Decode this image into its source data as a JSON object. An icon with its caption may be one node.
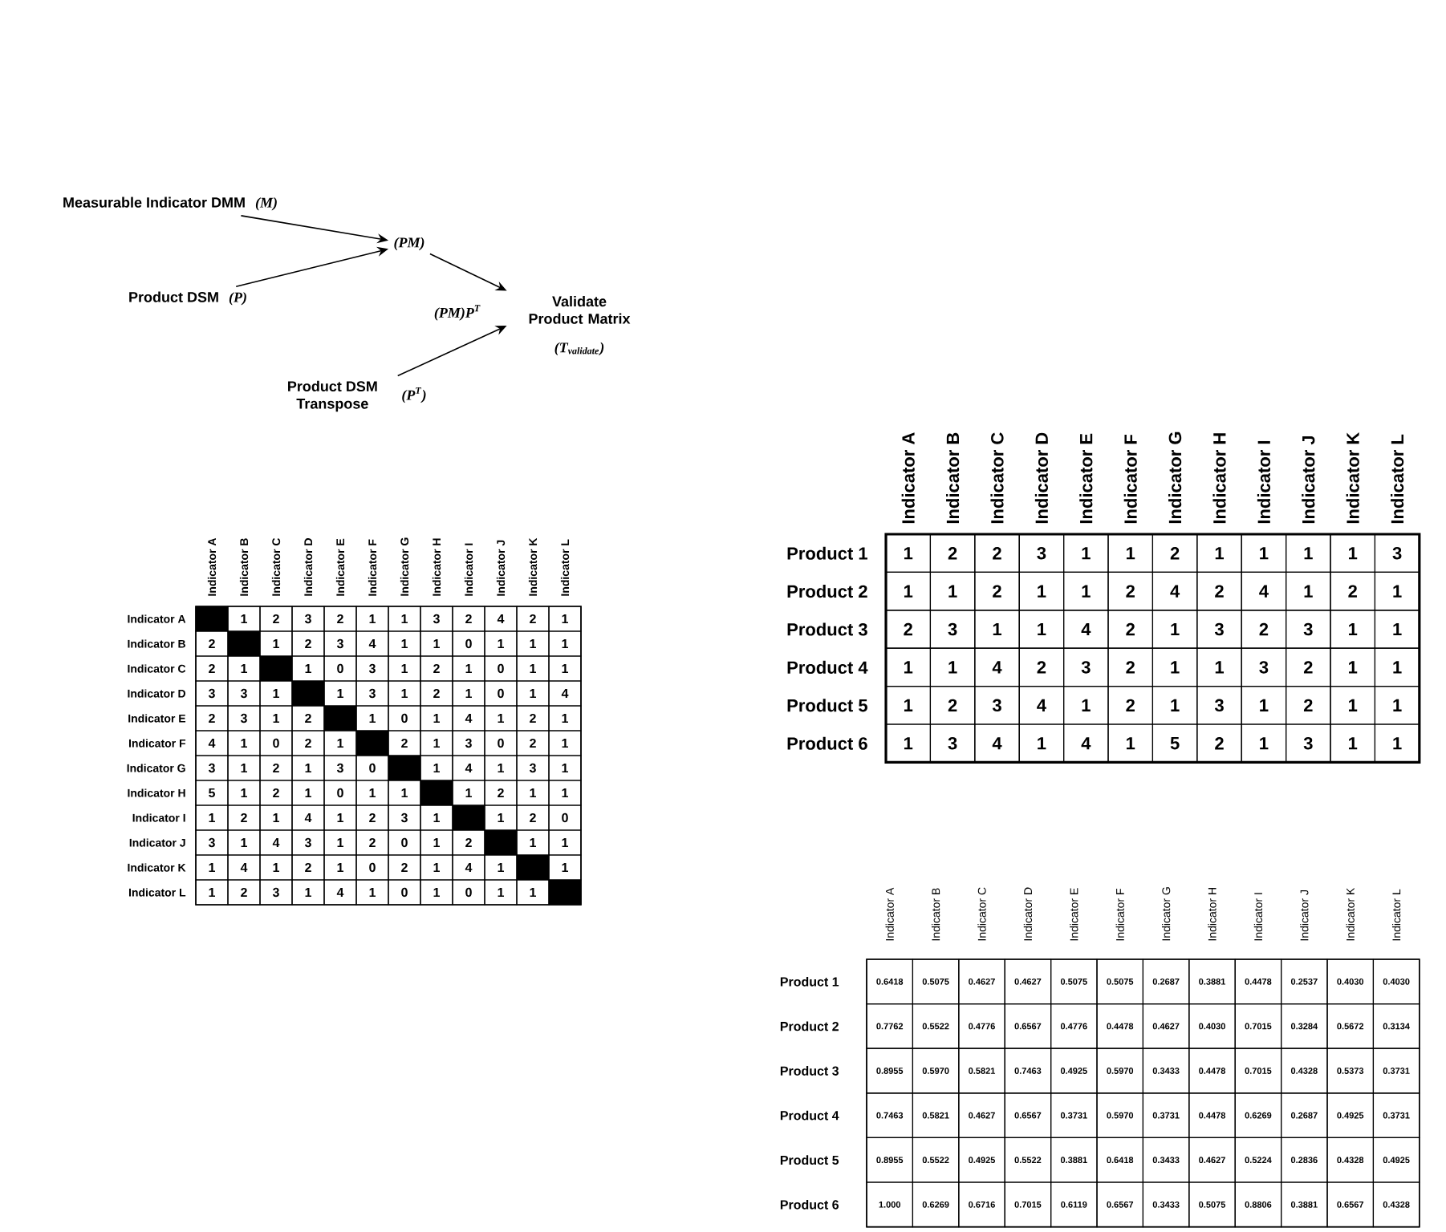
{
  "diagram": {
    "nodes": [
      {
        "text": [
          "Measurable Indicator DMM",
          "(M)"
        ]
      },
      {
        "text": [
          "(PM)"
        ]
      },
      {
        "text": [
          "Product DSM",
          "(P)"
        ]
      },
      {
        "text": [
          "Validate Product Matrix",
          "(T$_{validate}$)"
        ]
      },
      {
        "text": [
          "Product DSM Transpose",
          "(P$^{T}$)"
        ]
      }
    ],
    "edges": [
      {
        "from": 0,
        "to": 1,
        "arrow": "to"
      },
      {
        "from": 2,
        "to": 1,
        "arrow": "to"
      },
      {
        "from": 1,
        "to": 3,
        "arrow": "to"
      },
      {
        "from": 4,
        "to": 3,
        "arrow": "to"
      }
    ],
    "labels": [
      "(PM)P$^{T}$",
      "Indicator A",
      "Indicator B",
      "Indicator C",
      "Indicator D",
      "Indicator E",
      "Indicator F",
      "Indicator G",
      "Indicator H",
      "Indicator I",
      "Indicator J",
      "Indicator K",
      "Indicator L",
      "Indicator A",
      "1",
      "2",
      "3",
      "2",
      "1",
      "1",
      "3",
      "2",
      "4",
      "2",
      "1",
      "Indicator B",
      "2",
      "1",
      "2",
      "3",
      "4",
      "1",
      "1",
      "0",
      "1",
      "1",
      "1",
      "Indicator C",
      "2",
      "1",
      "1",
      "0",
      "3",
      "1",
      "2",
      "1",
      "0",
      "1",
      "1",
      "Indicator D",
      "3",
      "3",
      "1",
      "1",
      "3",
      "1",
      "2",
      "1",
      "0",
      "1",
      "4",
      "Indicator E",
      "2",
      "3",
      "1",
      "2",
      "1",
      "0",
      "1",
      "4",
      "1",
      "2",
      "1",
      "Indicator F",
      "4",
      "1",
      "0",
      "2",
      "1",
      "2",
      "1",
      "3",
      "0",
      "2",
      "1",
      "Indicator G",
      "3",
      "1",
      "2",
      "1",
      "3",
      "0",
      "1",
      "4",
      "1",
      "3",
      "1",
      "Indicator H",
      "5",
      "1",
      "2",
      "1",
      "0",
      "1",
      "1",
      "1",
      "2",
      "1",
      "1",
      "Indicator I",
      "1",
      "2",
      "1",
      "4",
      "1",
      "2",
      "3",
      "1",
      "1",
      "2",
      "0",
      "Indicator J",
      "3",
      "1",
      "4",
      "3",
      "1",
      "2",
      "0",
      "1",
      "2",
      "1",
      "1",
      "Indicator K",
      "1",
      "4",
      "1",
      "2",
      "1",
      "0",
      "2",
      "1",
      "4",
      "1",
      "1",
      "Indicator L",
      "1",
      "2",
      "3",
      "1",
      "4",
      "1",
      "0",
      "1",
      "0",
      "1",
      "1",
      "Indicator A",
      "Indicator B",
      "Indicator C",
      "Indicator D",
      "Indicator E",
      "Indicator F",
      "Indicator G",
      "Indicator H",
      "Indicator I",
      "Indicator J",
      "Indicator K",
      "Indicator L",
      "Product 1",
      "1",
      "2",
      "2",
      "3",
      "1",
      "1",
      "2",
      "1",
      "1",
      "1",
      "1",
      "3",
      "Product 2",
      "1",
      "1",
      "2",
      "1",
      "1",
      "2",
      "4",
      "2",
      "4",
      "1",
      "2",
      "1",
      "Product 3",
      "2",
      "3",
      "1",
      "1",
      "4",
      "2",
      "1",
      "3",
      "2",
      "3",
      "1",
      "1",
      "Product 4",
      "1",
      "1",
      "4",
      "2",
      "3",
      "2",
      "1",
      "1",
      "3",
      "2",
      "1",
      "1",
      "Product 5",
      "1",
      "2",
      "3",
      "4",
      "1",
      "2",
      "1",
      "3",
      "1",
      "2",
      "1",
      "1",
      "Product 6",
      "1",
      "3",
      "4",
      "1",
      "4",
      "1",
      "5",
      "2",
      "1",
      "3",
      "1",
      "1",
      "Indicator A",
      "Indicator B",
      "Indicator C",
      "Indicator D",
      "Indicator E",
      "Indicator F",
      "Indicator G",
      "Indicator H",
      "Indicator I",
      "Indicator J",
      "Indicator K",
      "Indicator L",
      "Product 1",
      "0.6418",
      "0.5075",
      "0.4627",
      "0.4627",
      "0.5075",
      "0.5075",
      "0.2687",
      "0.3881",
      "0.4478",
      "0.2537",
      "0.4030",
      "0.4030",
      "Product 2",
      "0.7762",
      "0.5522",
      "0.4776",
      "0.6567",
      "0.4776",
      "0.4478",
      "0.4627",
      "0.4030",
      "0.7015",
      "0.3284",
      "0.5672",
      "0.3134",
      "Product 3",
      "0.8955",
      "0.5970",
      "0.5821",
      "0.7463",
      "0.4925",
      "0.5970",
      "0.3433",
      "0.4478",
      "0.7015",
      "0.4328",
      "0.5373",
      "0.3731",
      "Product 4",
      "0.7463",
      "0.5821",
      "0.4627",
      "0.6567",
      "0.3731",
      "0.5970",
      "0.3731",
      "0.4478",
      "0.6269",
      "0.2687",
      "0.4925",
      "0.3731",
      "Product 5",
      "0.8955",
      "0.5522",
      "0.4925",
      "0.5522",
      "0.3881",
      "0.6418",
      "0.3433",
      "0.4627",
      "0.5224",
      "0.2836",
      "0.4328",
      "0.4925",
      "Product 6",
      "1.000",
      "0.6269",
      "0.6716",
      "0.7015",
      "0.6119",
      "0.6567",
      "0.3433",
      "0.5075",
      "0.8806",
      "0.3881",
      "0.6567",
      "0.4328"
    ]
  }
}
